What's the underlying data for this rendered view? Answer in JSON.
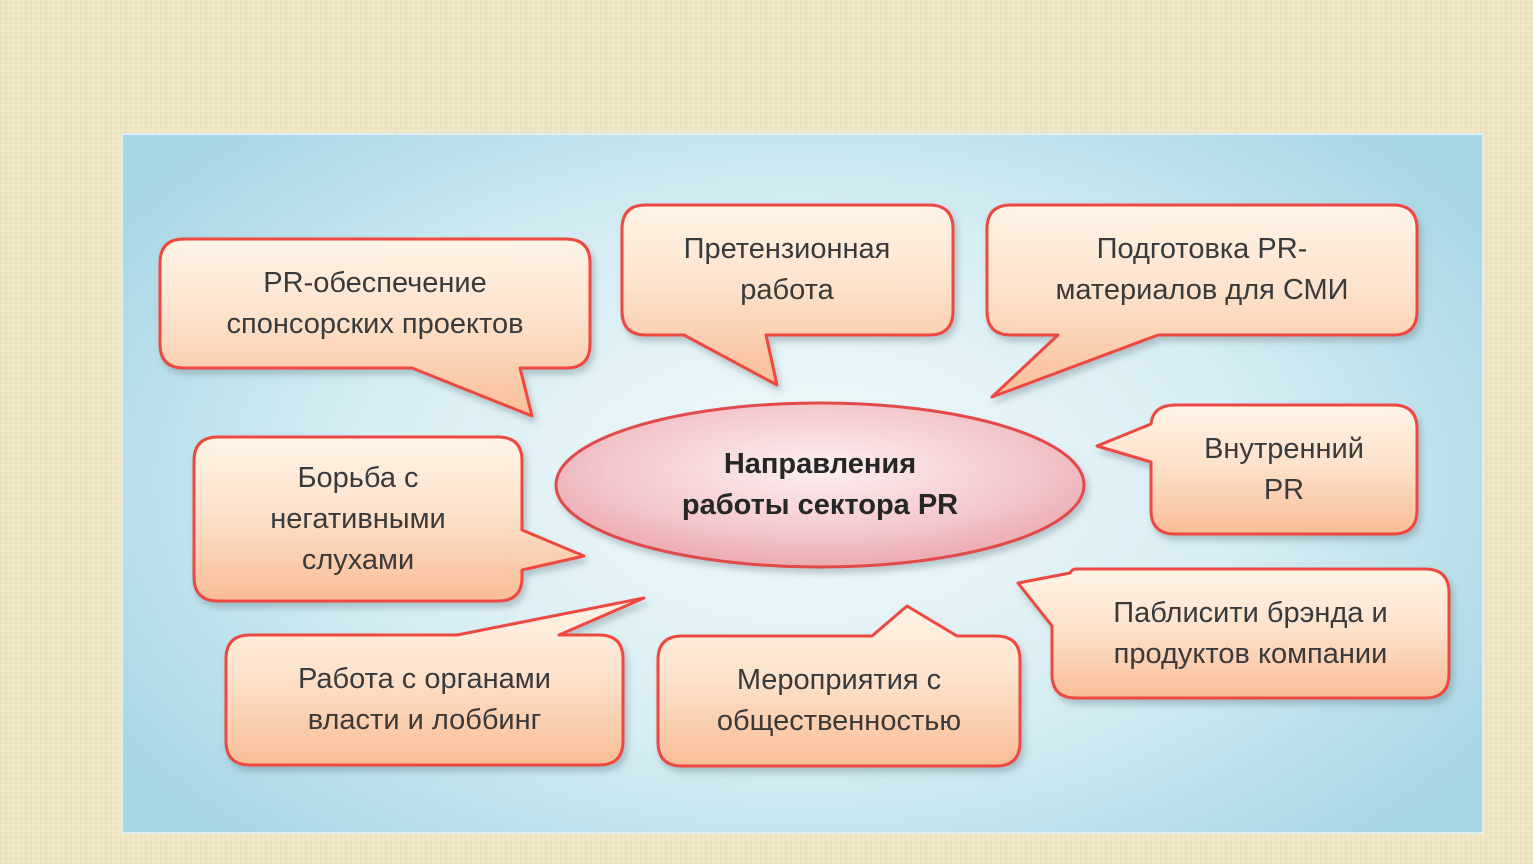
{
  "center": {
    "text": "Направления\nработы сектора PR"
  },
  "callouts": [
    {
      "id": "sponsor",
      "text": "PR-обеспечение\nспонсорских проектов"
    },
    {
      "id": "claims",
      "text": "Претензионная\nработа"
    },
    {
      "id": "media",
      "text": "Подготовка PR-\nматериалов для СМИ"
    },
    {
      "id": "internal",
      "text": "Внутренний\nPR"
    },
    {
      "id": "rumors",
      "text": "Борьба с\nнегативными\nслухами"
    },
    {
      "id": "publicity",
      "text": "Паблисити брэнда и\nпродуктов компании"
    },
    {
      "id": "government",
      "text": "Работа с органами\nвласти и лоббинг"
    },
    {
      "id": "events",
      "text": "Мероприятия с\nобщественностью"
    }
  ],
  "colors": {
    "callout_fill_light": "#fff4e6",
    "callout_fill_dark": "#f8bd96",
    "callout_border": "#ee4a40",
    "center_fill_light": "#fdf0f0",
    "center_fill_dark": "#e9a2aa",
    "center_border": "#e24848"
  }
}
